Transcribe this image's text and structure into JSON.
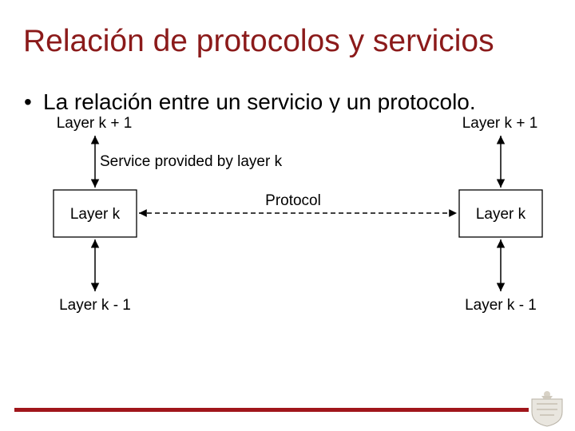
{
  "slide": {
    "title": "Relación de protocolos y servicios",
    "bullet_symbol": "•",
    "bullet_text": "La relación entre un servicio y un protocolo."
  },
  "diagram": {
    "left_upper_label": "Layer k + 1",
    "right_upper_label": "Layer k + 1",
    "service_label": "Service provided by layer k",
    "protocol_label": "Protocol",
    "left_box_label": "Layer k",
    "right_box_label": "Layer k",
    "left_lower_label": "Layer k - 1",
    "right_lower_label": "Layer k - 1"
  },
  "colors": {
    "title": "#8b1a1a",
    "footer_rule": "#a0161b"
  },
  "logo": {
    "icon": "university-crest-icon"
  }
}
